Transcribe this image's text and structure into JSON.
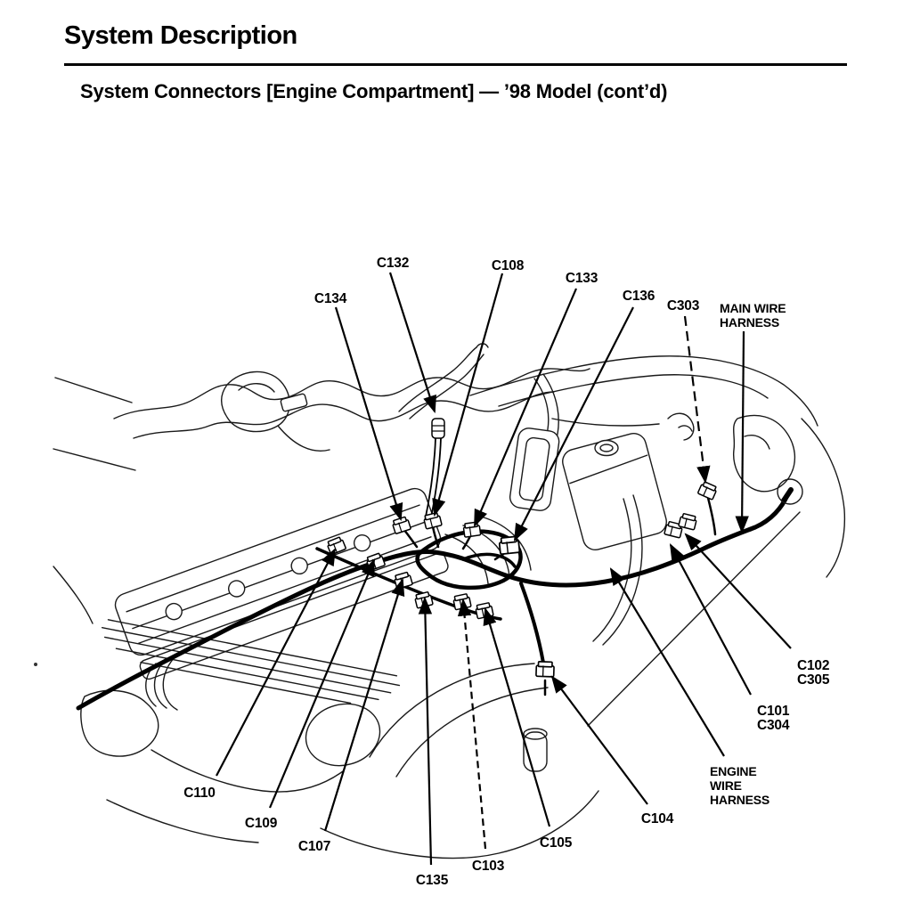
{
  "page": {
    "title": "System Description",
    "subtitle": "System Connectors [Engine Compartment] — ’98 Model (cont’d)"
  },
  "diagram": {
    "description": "Engine compartment line drawing showing wire harness connector locations",
    "labels": {
      "c134": "C134",
      "c132": "C132",
      "c108": "C108",
      "c133": "C133",
      "c136": "C136",
      "c303": "C303",
      "main_wire_harness": [
        "MAIN WIRE",
        "HARNESS"
      ],
      "c102_c305": [
        "C102",
        "C305"
      ],
      "c101_c304": [
        "C101",
        "C304"
      ],
      "engine_wire_harness": [
        "ENGINE",
        "WIRE",
        "HARNESS"
      ],
      "c110": "C110",
      "c109": "C109",
      "c107": "C107",
      "c135": "C135",
      "c103": "C103",
      "c105": "C105",
      "c104": "C104"
    }
  }
}
